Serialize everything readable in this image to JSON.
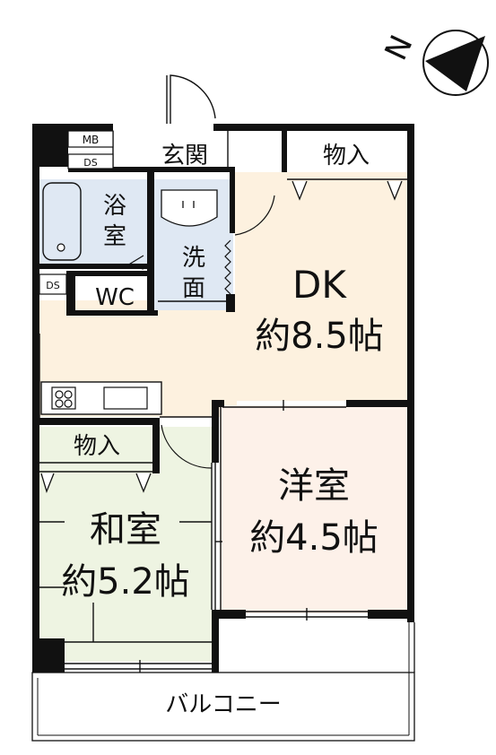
{
  "compass": {
    "north_label": "N"
  },
  "rooms": {
    "dk": {
      "name": "DK",
      "size": "約8.5帖"
    },
    "western": {
      "name": "洋室",
      "size": "約4.5帖"
    },
    "japanese": {
      "name": "和室",
      "size": "約5.2帖"
    },
    "entrance": {
      "name": "玄関"
    },
    "storage_top": {
      "name": "物入"
    },
    "storage_left": {
      "name": "物入"
    },
    "bath": {
      "line1": "浴",
      "line2": "室"
    },
    "washroom": {
      "line1": "洗",
      "line2": "面"
    },
    "toilet": {
      "name": "WC"
    },
    "balcony": {
      "name": "バルコニー"
    }
  },
  "markers": {
    "mb": "MB",
    "ds_top": "DS",
    "ds_left": "DS"
  },
  "colors": {
    "wall": "#111111",
    "dk_floor": "#fdf1df",
    "western_floor": "#fdf1e9",
    "japanese_floor": "#eef4e2",
    "wet_floor": "#dfe8f3"
  }
}
